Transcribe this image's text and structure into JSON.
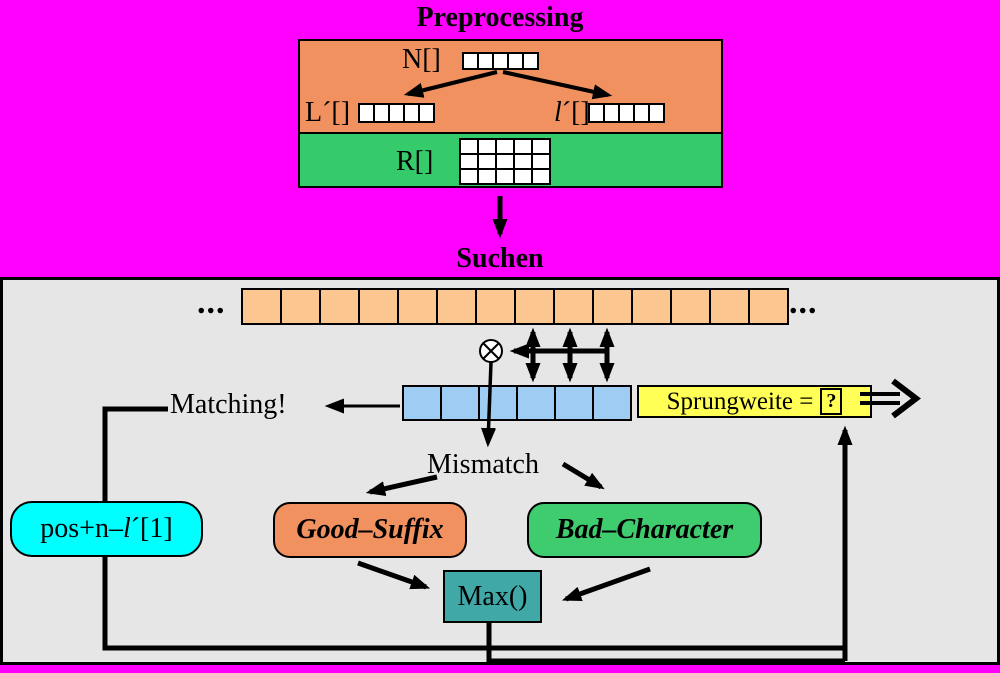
{
  "colors": {
    "magenta": "#FF00FF",
    "panel_gray": "#E6E6E6",
    "prep_orange": "#F1915F",
    "green": "#35CB6A",
    "cell_white": "#FFFFFF",
    "text_orange": "#FBC68F",
    "pattern_blue": "#9FCCF2",
    "yellow": "#FFFF55",
    "cyan": "#00FFFF",
    "gs_orange": "#F1915F",
    "bc_green": "#3ECC6E",
    "teal": "#41A8A8"
  },
  "preprocessing": {
    "title": "Preprocessing",
    "n_label": "N[]",
    "n_cells": 5,
    "lprime_label": "L´[]",
    "lprime_cells": 5,
    "ell": "l",
    "ellprime_rest": "´[]",
    "ellprime_cells": 5,
    "r_label": "R[]",
    "r_cells": 15
  },
  "suchen": {
    "title": "Suchen",
    "dots_left": "...",
    "dots_right": "...",
    "text_cells": 14,
    "pattern_cells": 6,
    "matching": "Matching!",
    "mismatch": "Mismatch",
    "sprung_label": "Sprungweite =",
    "sprung_value": "?",
    "good_suffix": "Good–Suffix",
    "bad_character": "Bad–Character",
    "max": "Max()",
    "shift_pre": "pos+n–",
    "shift_ell": "l",
    "shift_rest": "´[1]"
  }
}
